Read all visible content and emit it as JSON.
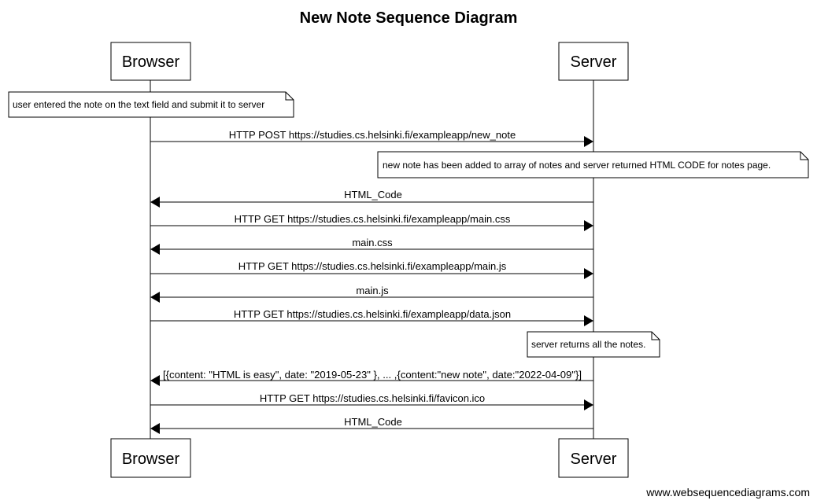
{
  "title": "New Note Sequence Diagram",
  "participants": [
    "Browser",
    "Server"
  ],
  "notes": [
    "user entered the note on the text field and submit it to server",
    "new note has been added to array of notes and server returned HTML CODE for notes page.",
    "server returns all the notes."
  ],
  "messages": [
    {
      "from": "Browser",
      "to": "Server",
      "label": "HTTP POST https://studies.cs.helsinki.fi/exampleapp/new_note"
    },
    {
      "from": "Server",
      "to": "Browser",
      "label": "HTML_Code"
    },
    {
      "from": "Browser",
      "to": "Server",
      "label": "HTTP GET https://studies.cs.helsinki.fi/exampleapp/main.css"
    },
    {
      "from": "Server",
      "to": "Browser",
      "label": "main.css"
    },
    {
      "from": "Browser",
      "to": "Server",
      "label": "HTTP GET https://studies.cs.helsinki.fi/exampleapp/main.js"
    },
    {
      "from": "Server",
      "to": "Browser",
      "label": "main.js"
    },
    {
      "from": "Browser",
      "to": "Server",
      "label": "HTTP GET https://studies.cs.helsinki.fi/exampleapp/data.json"
    },
    {
      "from": "Server",
      "to": "Browser",
      "label": "[{content: \"HTML is easy\", date: \"2019-05-23\" }, ... ,{content:\"new note\", date:\"2022-04-09\"}]"
    },
    {
      "from": "Browser",
      "to": "Server",
      "label": "HTTP GET https://studies.cs.helsinki.fi/favicon.ico"
    },
    {
      "from": "Server",
      "to": "Browser",
      "label": "HTML_Code"
    }
  ],
  "footer": "www.websequencediagrams.com"
}
